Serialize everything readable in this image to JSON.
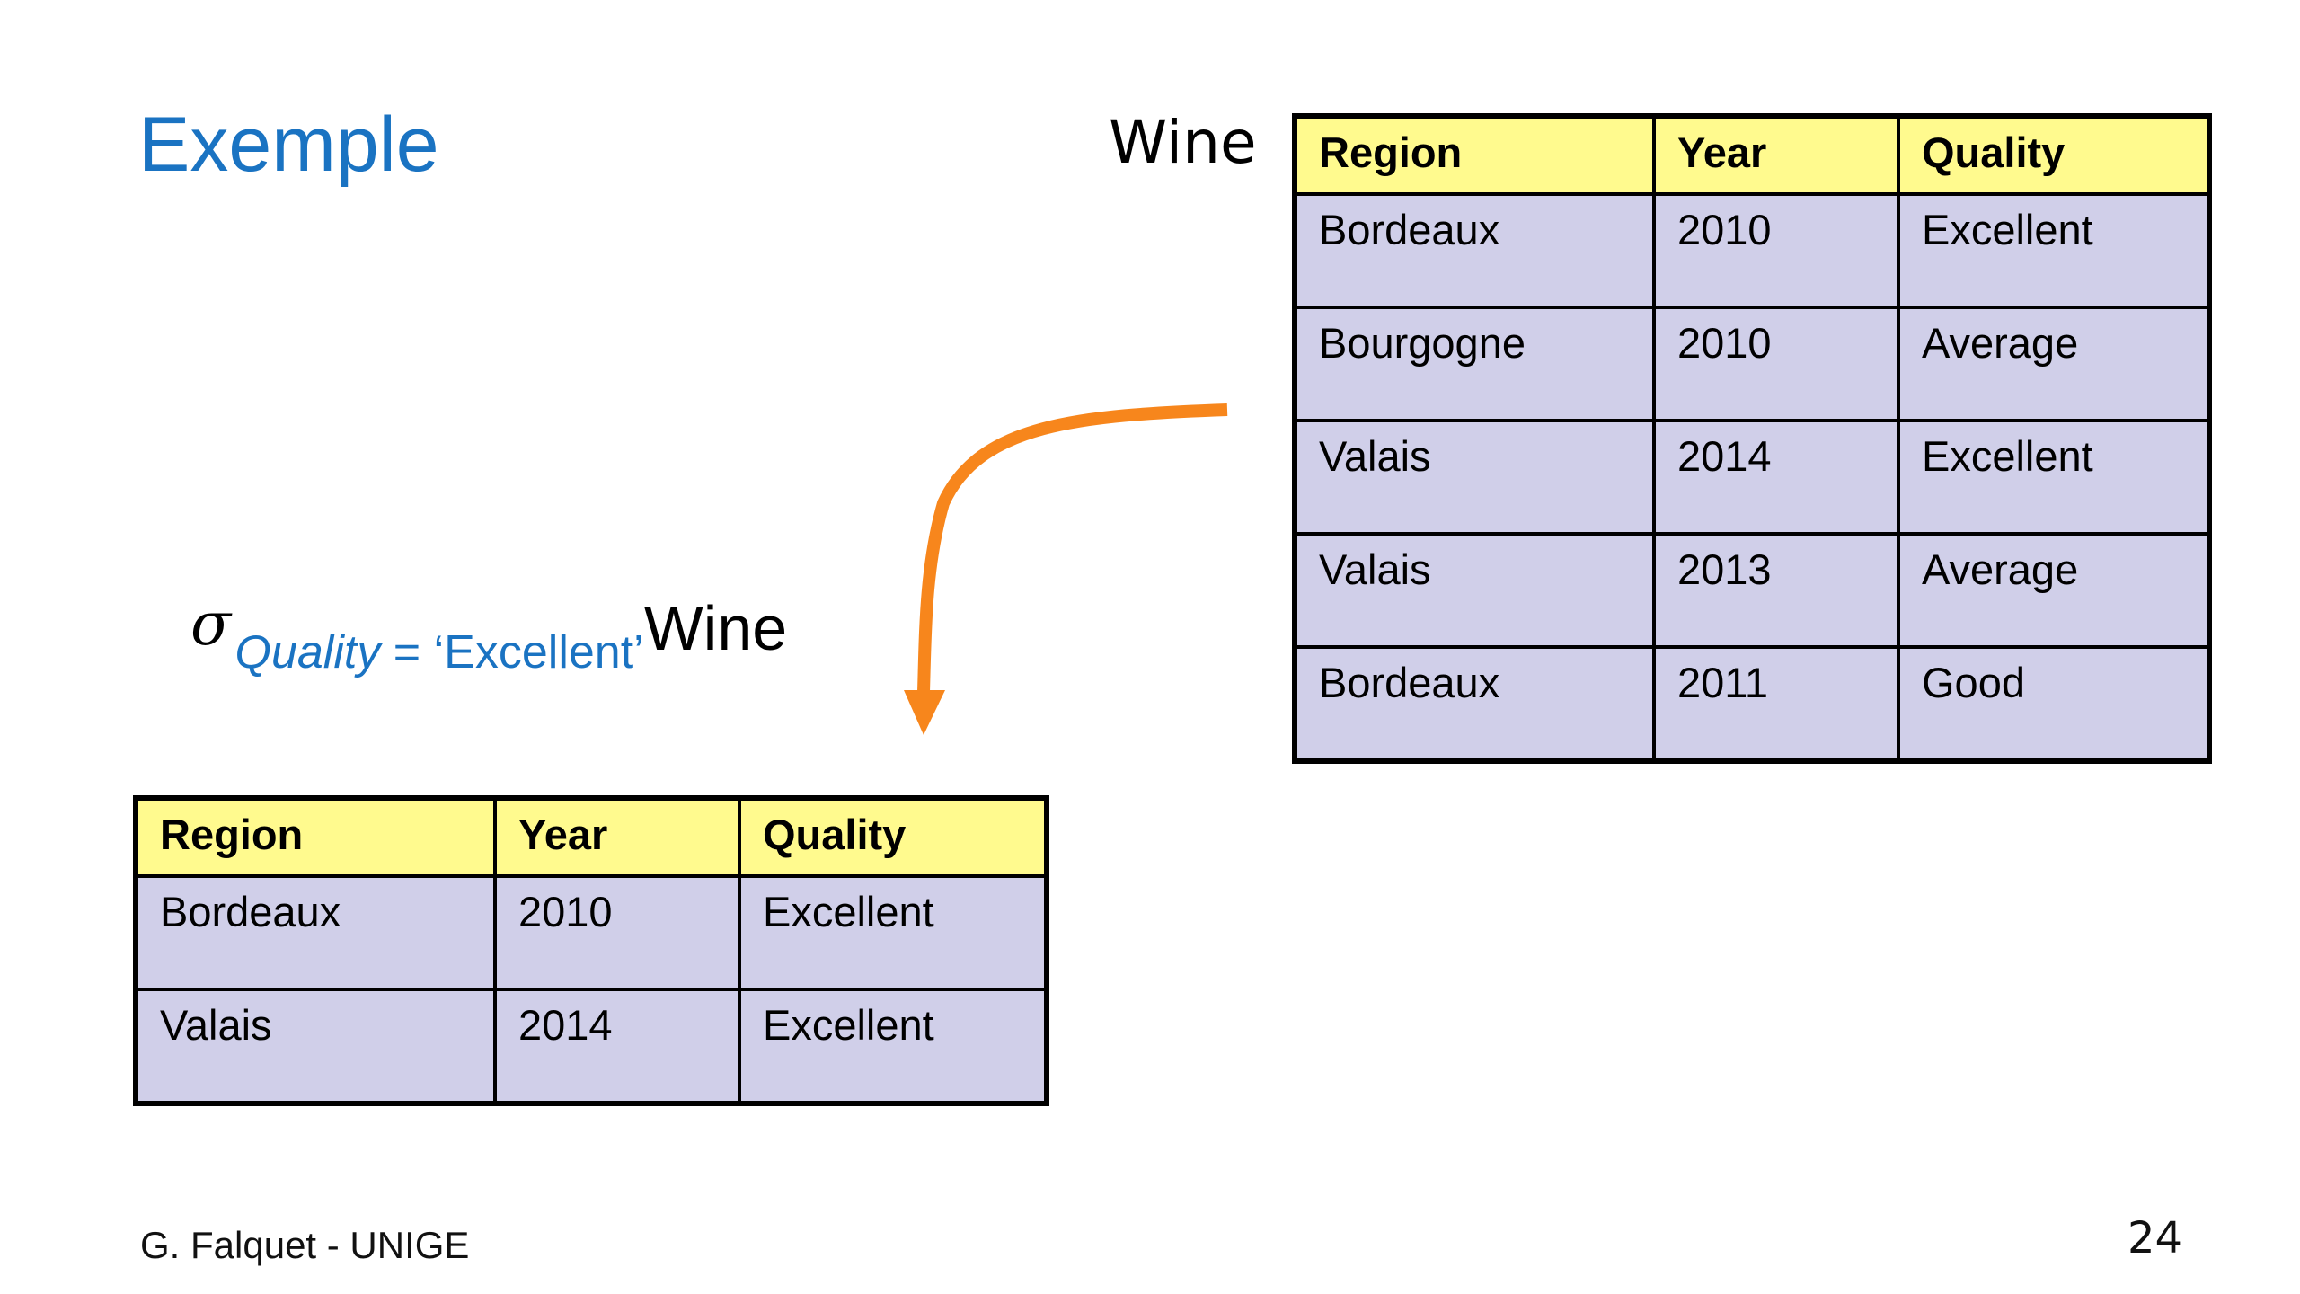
{
  "slide": {
    "title": "Exemple",
    "author": "G. Falquet - UNIGE",
    "page_number": "24"
  },
  "source_relation": {
    "name": "Wine",
    "columns": [
      "Region",
      "Year",
      "Quality"
    ],
    "rows": [
      [
        "Bordeaux",
        "2010",
        "Excellent"
      ],
      [
        "Bourgogne",
        "2010",
        "Average"
      ],
      [
        "Valais",
        "2014",
        "Excellent"
      ],
      [
        "Valais",
        "2013",
        "Average"
      ],
      [
        "Bordeaux",
        "2011",
        "Good"
      ]
    ]
  },
  "expression": {
    "operator": "σ",
    "condition_attribute": "Quality",
    "condition_rest": " = ‘Excellent’",
    "relation": "Wine"
  },
  "result_relation": {
    "columns": [
      "Region",
      "Year",
      "Quality"
    ],
    "rows": [
      [
        "Bordeaux",
        "2010",
        "Excellent"
      ],
      [
        "Valais",
        "2014",
        "Excellent"
      ]
    ]
  },
  "colors": {
    "title": "#1a73c2",
    "header_fill": "#fffa8e",
    "cell_fill": "#d0cfe9",
    "arrow": "#f7861c"
  }
}
